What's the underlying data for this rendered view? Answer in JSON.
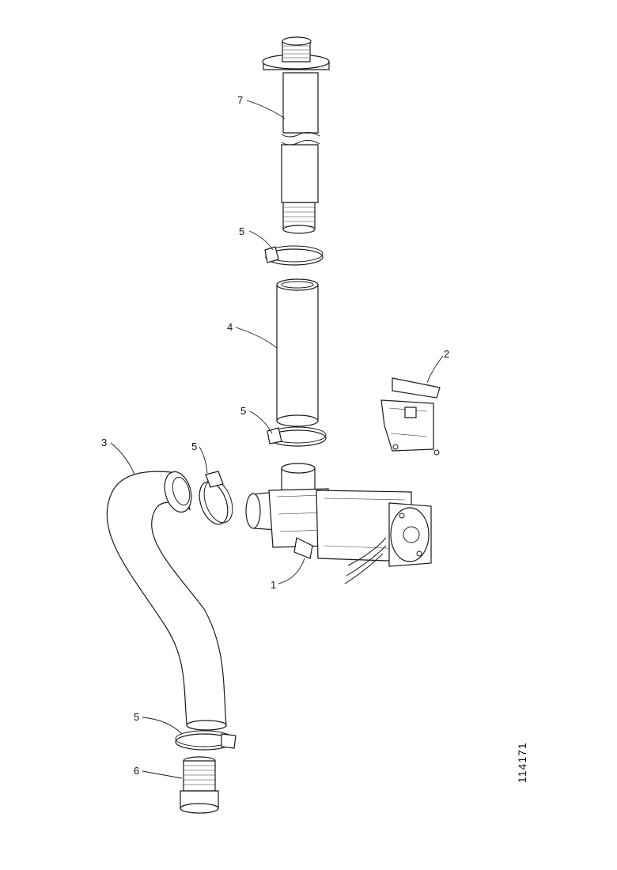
{
  "diagram": {
    "document_number": "114171",
    "callouts": {
      "pump": "1",
      "bracket": "2",
      "hose_bend": "3",
      "hose_straight": "4",
      "clamp": "5",
      "fitting_bottom": "6",
      "pipe_top": "7"
    }
  }
}
